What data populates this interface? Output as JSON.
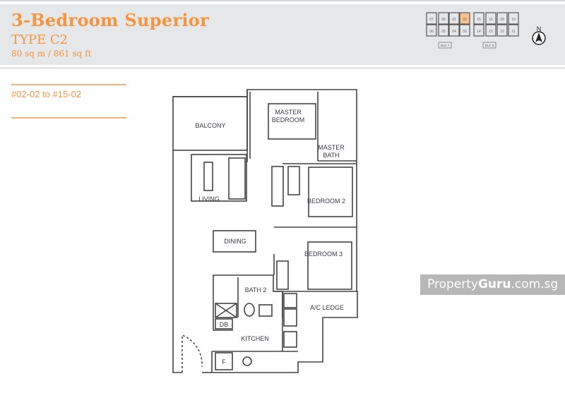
{
  "header": {
    "title": "3-Bedroom Superior",
    "type": "TYPE C2",
    "area": "80 sq m / 861 sq ft"
  },
  "units_range": "#02-02 to #15-02",
  "key_plan": {
    "units_top": [
      "07",
      "08",
      "01",
      "02",
      "15",
      "16",
      "09",
      "10"
    ],
    "units_bottom": [
      "06",
      "05",
      "04",
      "03",
      "14",
      "13",
      "12",
      "11"
    ],
    "highlighted_unit": "02",
    "blocks": [
      "BLK 7",
      "BLK 9"
    ],
    "north_label": "N",
    "highlight_color": "#fbc08f"
  },
  "rooms": {
    "balcony": "BALCONY",
    "master_bedroom_1": "MASTER",
    "master_bedroom_2": "BEDROOM",
    "master_bath_1": "MASTER",
    "master_bath_2": "BATH",
    "living": "LIVING",
    "bedroom2": "BEDROOM 2",
    "dining": "DINING",
    "bedroom3": "BEDROOM 3",
    "bath2": "BATH 2",
    "ac_ledge": "A/C LEDGE",
    "db": "DB",
    "kitchen": "KITCHEN",
    "fridge": "F"
  },
  "watermark": {
    "part1": "Property",
    "part2": "Guru",
    "part3": ".com.sg"
  },
  "accent_color": "#f7943e"
}
